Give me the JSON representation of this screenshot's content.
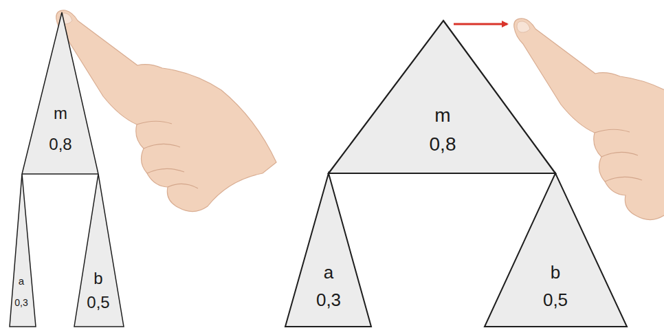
{
  "diagram": {
    "nodes": [
      {
        "text": [
          "m",
          "0,8"
        ]
      },
      {
        "text": [
          "a",
          "0,3"
        ]
      },
      {
        "text": [
          "b",
          "0,5"
        ]
      },
      {
        "text": [
          "m",
          "0,8"
        ]
      },
      {
        "text": [
          "a",
          "0,3"
        ]
      },
      {
        "text": [
          "b",
          "0,5"
        ]
      }
    ]
  }
}
